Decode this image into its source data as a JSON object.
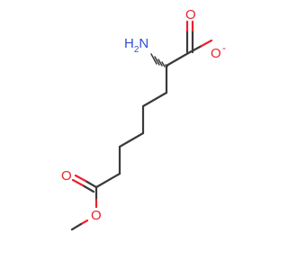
{
  "molecule": {
    "atoms": {
      "nitrogen": {
        "element": "N",
        "hydrogens": "H",
        "hydrogen_count": "2",
        "color": "#2f4dd6"
      },
      "carboxylate_carbonyl_oxygen": {
        "element": "O",
        "color": "#e8232c"
      },
      "carboxylate_anion_oxygen": {
        "element": "O",
        "charge": "-",
        "color": "#e8232c"
      },
      "ester_carbonyl_oxygen": {
        "element": "O",
        "color": "#e8232c"
      },
      "ester_ether_oxygen": {
        "element": "O",
        "color": "#e8232c"
      }
    },
    "stereo_bond": "hashed-wedge",
    "colors": {
      "bond": "#3a3a3a",
      "oxygen": "#e8232c",
      "nitrogen": "#2f4dd6",
      "background": "#ffffff"
    }
  }
}
